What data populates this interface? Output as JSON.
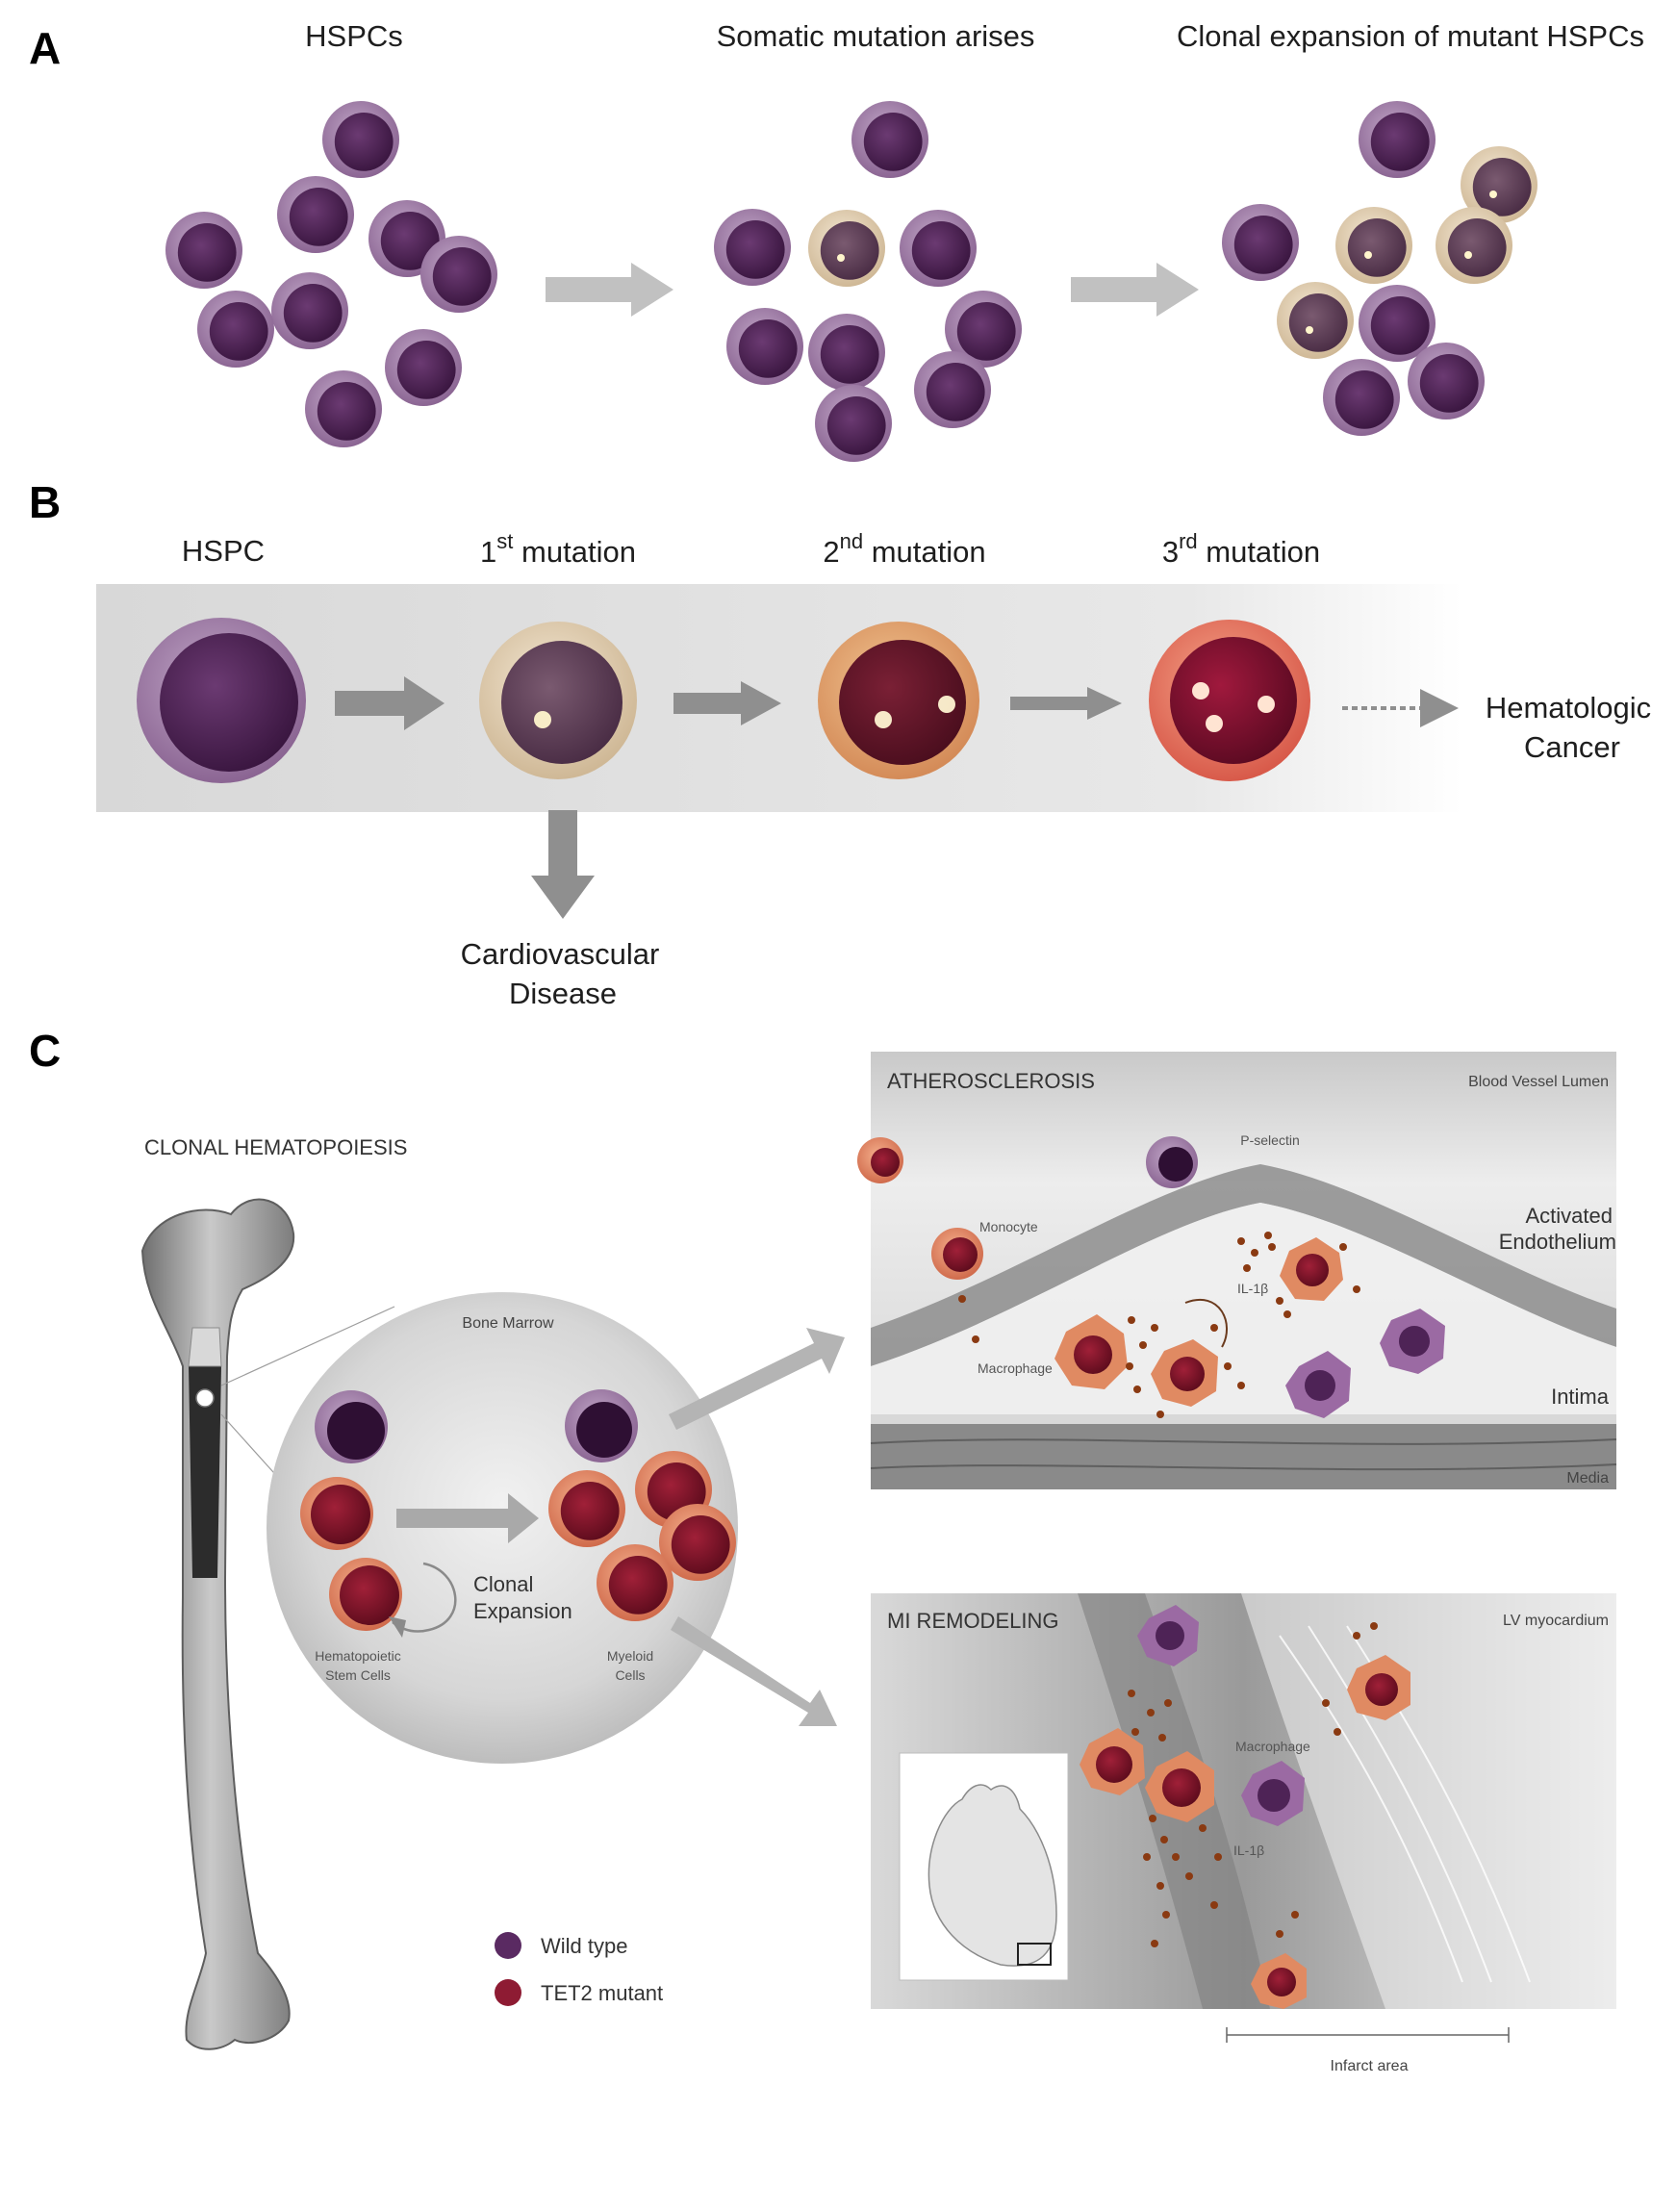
{
  "colors": {
    "wild_type": "#5a2a62",
    "wild_type_outer": "#9b7aa3",
    "mutant_outer": "#eddcc1",
    "tet2_mutant": "#8e1b33",
    "arrow": "#b8b8b8",
    "arrow_dark": "#8f8f8f",
    "band": "#e1e1e1"
  },
  "panel_a": {
    "letter": "A",
    "label_hspcs": "HSPCs",
    "label_mutation": "Somatic mutation arises",
    "label_expansion": "Clonal expansion of mutant HSPCs"
  },
  "panel_b": {
    "letter": "B",
    "label_hspc": "HSPC",
    "step1_num": "1",
    "step1_sup": "st",
    "step2_num": "2",
    "step2_sup": "nd",
    "step3_num": "3",
    "step3_sup": "rd",
    "step_word": " mutation",
    "cancer_line1": "Hematologic",
    "cancer_line2": "Cancer",
    "cvd_line1": "Cardiovascular",
    "cvd_line2": "Disease"
  },
  "panel_c": {
    "letter": "C",
    "clonal_hematopoiesis": "CLONAL HEMATOPOIESIS",
    "bone_marrow": "Bone Marrow",
    "clonal_expansion_line1": "Clonal",
    "clonal_expansion_line2": "Expansion",
    "stem_cells_line1": "Hematopoietic",
    "stem_cells_line2": "Stem Cells",
    "myeloid_line1": "Myeloid",
    "myeloid_line2": "Cells",
    "legend_wild_type": "Wild type",
    "legend_tet2": "TET2 mutant",
    "athero": {
      "title": "ATHEROSCLEROSIS",
      "lumen": "Blood Vessel Lumen",
      "p_selectin": "P-selectin",
      "monocyte": "Monocyte",
      "activated_line1": "Activated",
      "activated_line2": "Endothelium",
      "il1b": "IL-1β",
      "macrophage": "Macrophage",
      "intima": "Intima",
      "media": "Media"
    },
    "mi": {
      "title": "MI  REMODELING",
      "lv": "LV  myocardium",
      "macrophage": "Macrophage",
      "il1b": "IL-1β",
      "infarct": "Infarct area"
    }
  }
}
